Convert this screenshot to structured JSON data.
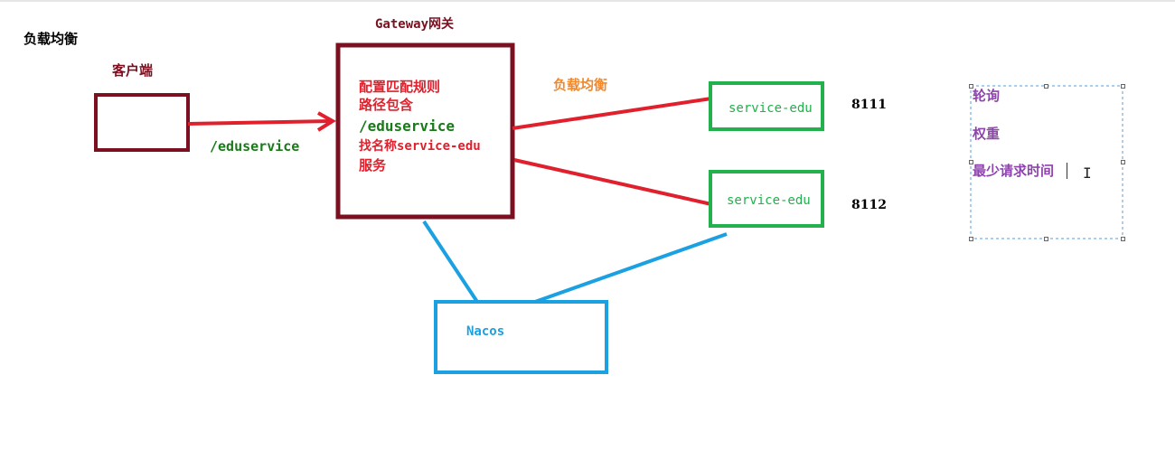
{
  "title": "负载均衡",
  "client": {
    "label": "客户端"
  },
  "client_to_gateway_path": "/eduservice",
  "gateway": {
    "label": "Gateway网关",
    "lines": [
      "配置匹配规则",
      "路径包含",
      "/eduservice",
      "找名称service-edu",
      "服务"
    ]
  },
  "lb_label": "负载均衡",
  "services": [
    {
      "label": "service-edu",
      "port": "8111"
    },
    {
      "label": "service-edu",
      "port": "8112"
    }
  ],
  "nacos": {
    "label": "Nacos"
  },
  "strategy_box": {
    "items": [
      "轮询",
      "权重",
      "最少请求时间"
    ]
  },
  "colors": {
    "client_box": "#7b1020",
    "gateway_box": "#7b1020",
    "arrow_red": "#e0202c",
    "service_box": "#22b14c",
    "nacos_box": "#1ba1e2",
    "strategy_text": "#8e44ad",
    "lb_label": "#f0882c",
    "path_green": "#1a7a1a"
  }
}
